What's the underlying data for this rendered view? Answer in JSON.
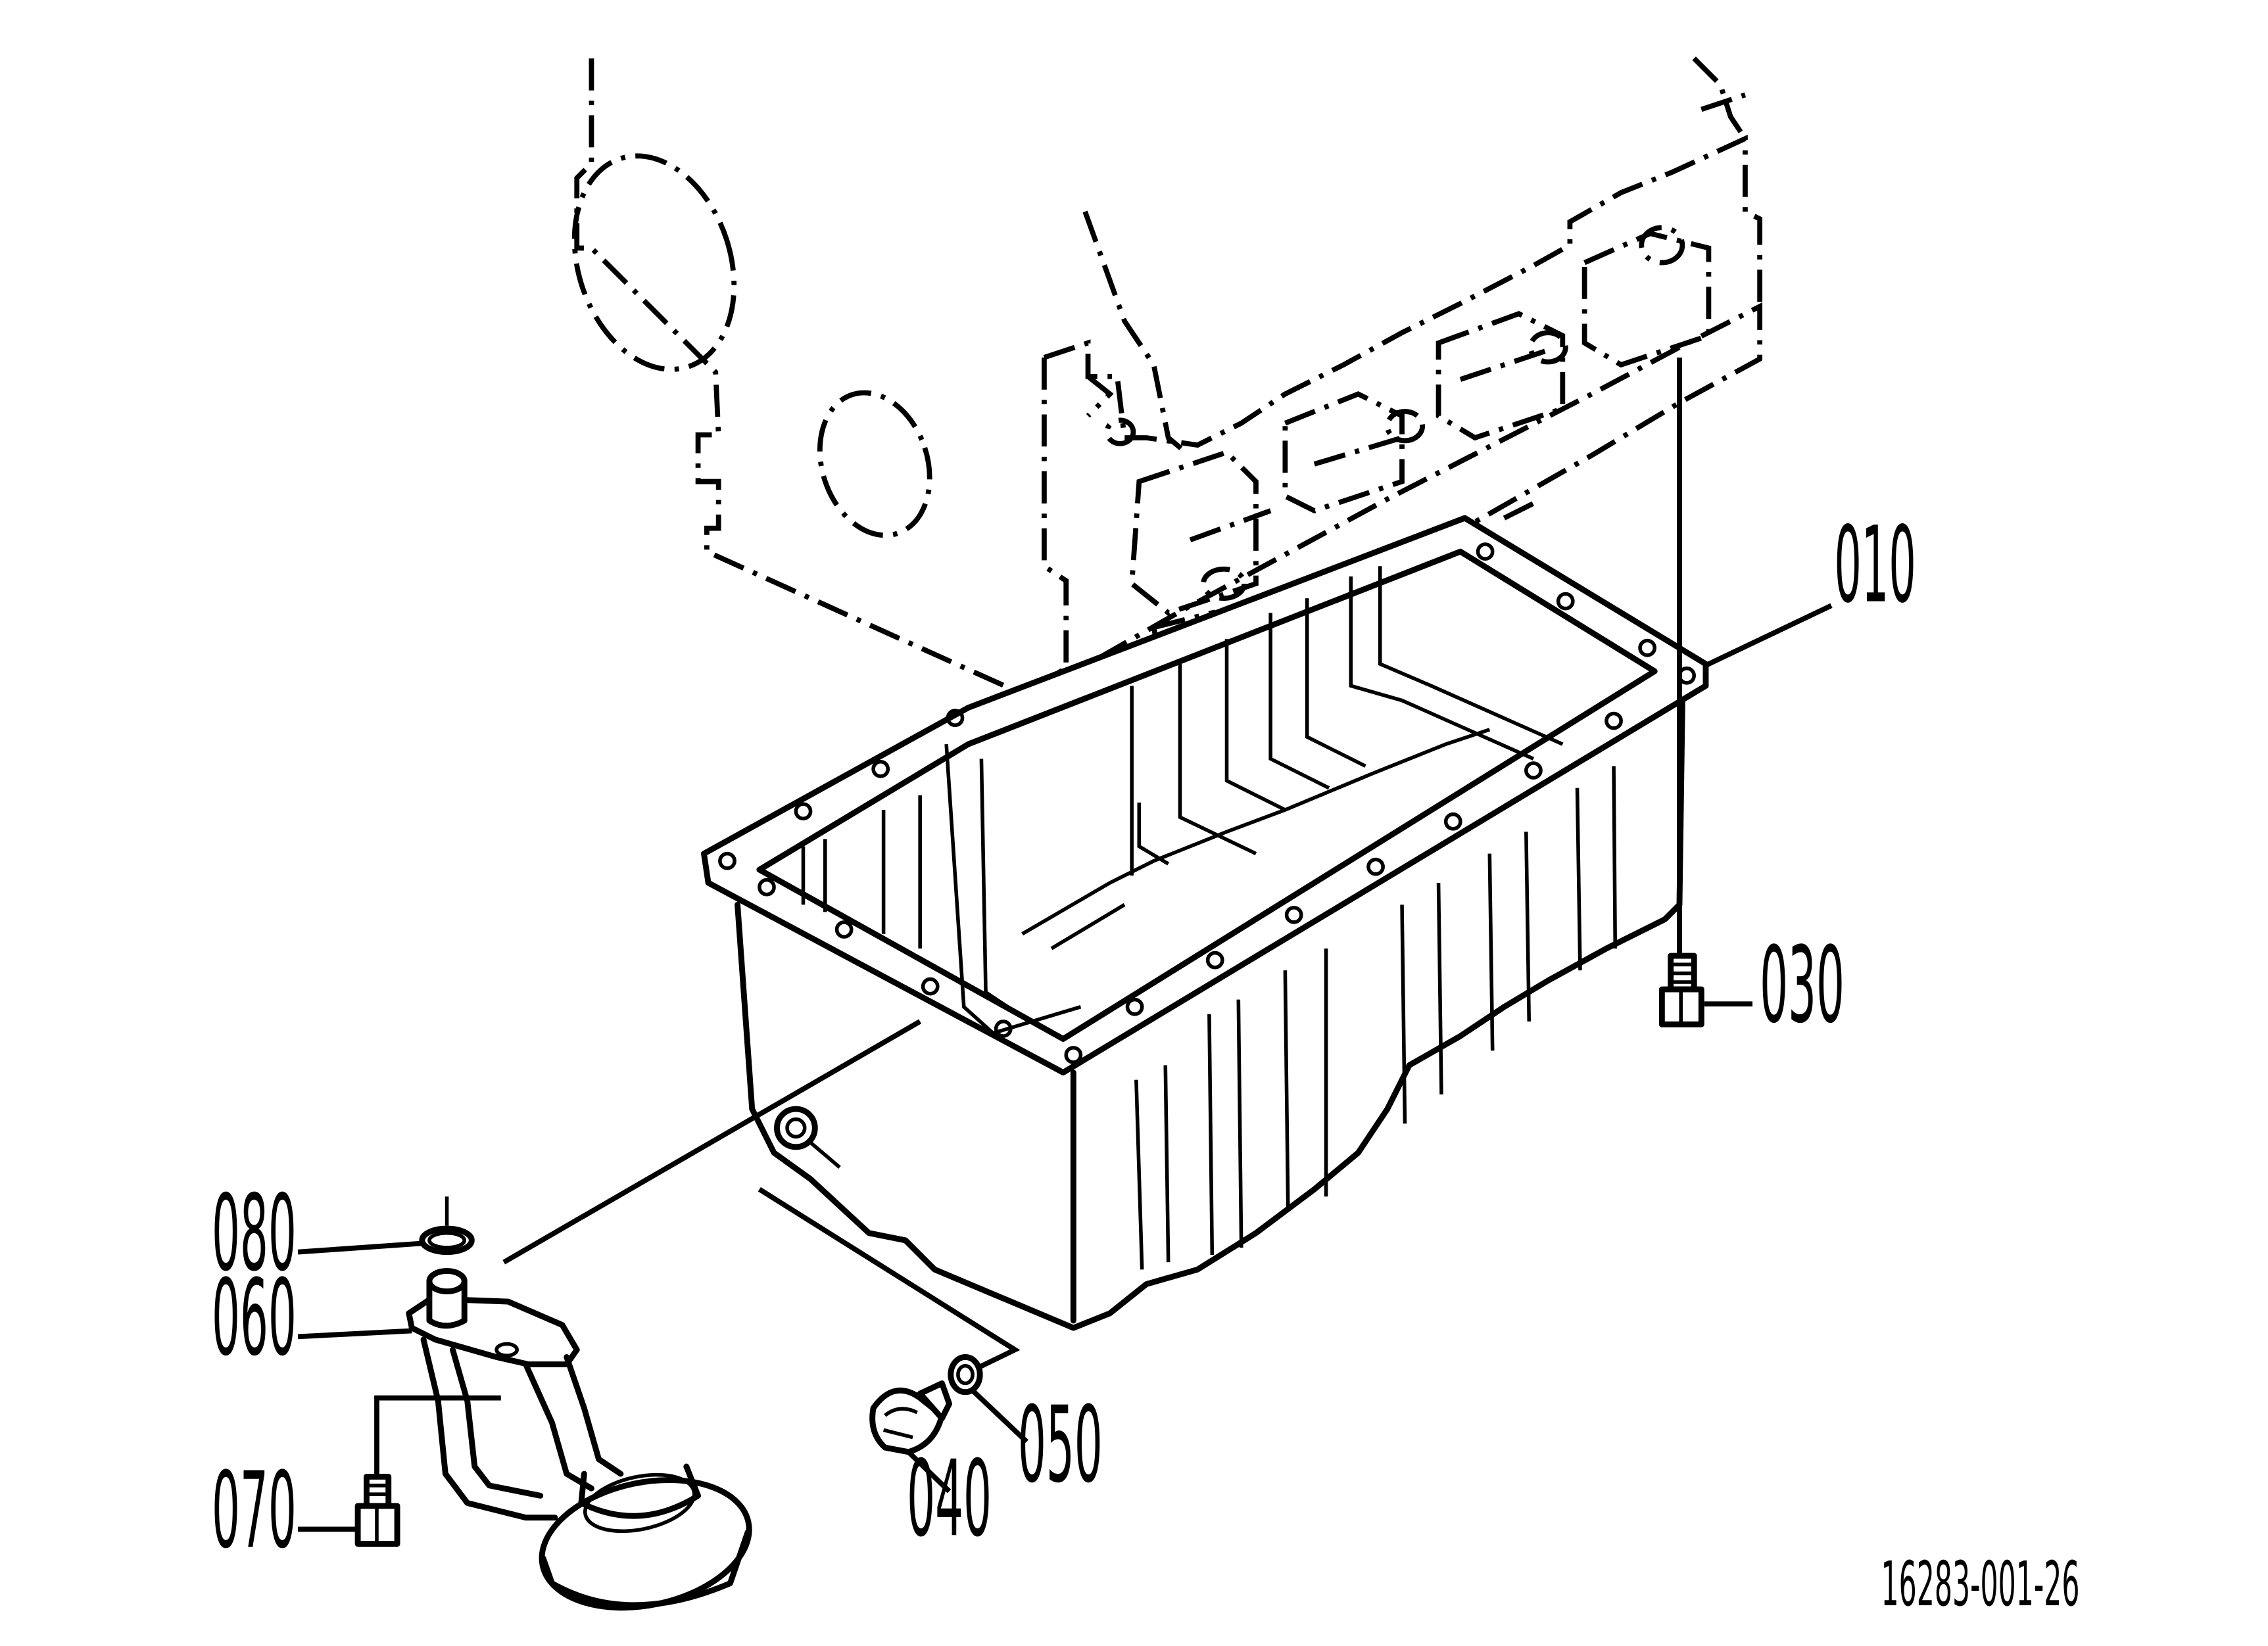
{
  "drawing_code": "16283-001-26",
  "callouts": {
    "p010": "010",
    "p030": "030",
    "p040": "040",
    "p050": "050",
    "p060": "060",
    "p070": "070",
    "p080": "080"
  }
}
